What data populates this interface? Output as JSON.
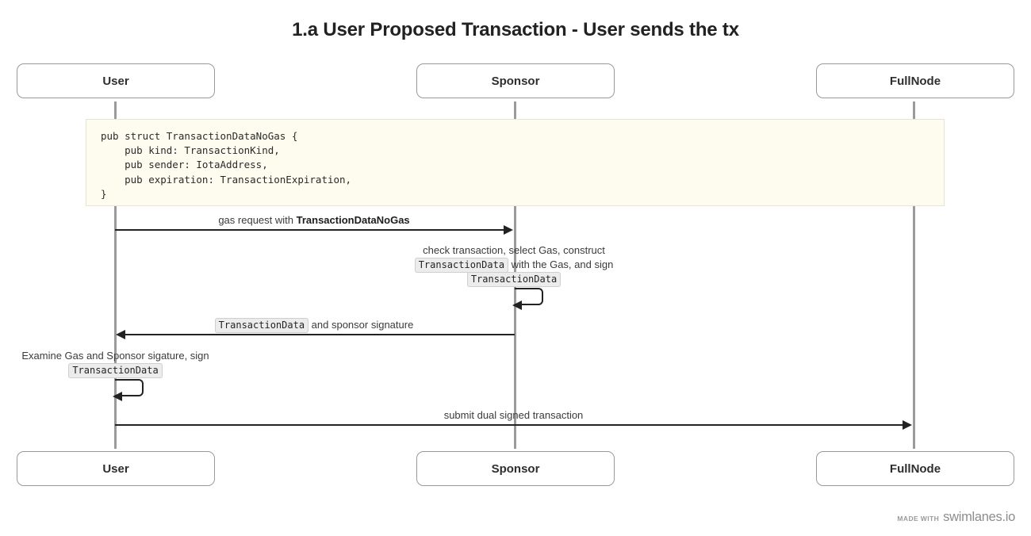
{
  "diagram": {
    "type": "sequence-diagram",
    "title": "1.a User Proposed Transaction - User sends the tx",
    "participants": [
      {
        "id": "user",
        "label": "User"
      },
      {
        "id": "sponsor",
        "label": "Sponsor"
      },
      {
        "id": "fullnode",
        "label": "FullNode"
      }
    ],
    "note": {
      "kind": "code",
      "language": "rust",
      "text": "pub struct TransactionDataNoGas {\n    pub kind: TransactionKind,\n    pub sender: IotaAddress,\n    pub expiration: TransactionExpiration,\n}"
    },
    "messages": [
      {
        "id": "m1",
        "from": "user",
        "to": "sponsor",
        "direction": "right",
        "label_plain": "gas request with TransactionDataNoGas",
        "label_prefix": "gas request with ",
        "label_strong": "TransactionDataNoGas"
      },
      {
        "id": "m2",
        "from": "sponsor",
        "to": "sponsor",
        "direction": "self",
        "label_plain": "check transaction, select Gas, construct TransactionData with the Gas, and sign TransactionData",
        "line1": "check transaction, select Gas, construct",
        "line2_code_a": "TransactionData",
        "line2_mid": " with the Gas, and sign",
        "line3_code_b": "TransactionData"
      },
      {
        "id": "m3",
        "from": "sponsor",
        "to": "user",
        "direction": "left",
        "label_plain": "TransactionData and sponsor signature",
        "label_code": "TransactionData",
        "label_suffix": " and sponsor signature"
      },
      {
        "id": "m4",
        "from": "user",
        "to": "user",
        "direction": "self",
        "label_plain": "Examine Gas and Sponsor sigature, sign TransactionData",
        "line1": "Examine Gas and Sponsor sigature, sign",
        "line2_code": "TransactionData"
      },
      {
        "id": "m5",
        "from": "user",
        "to": "fullnode",
        "direction": "right",
        "label_plain": "submit dual signed transaction"
      }
    ]
  },
  "footer": {
    "made_with": "MADE WITH",
    "brand": "swimlanes.io"
  },
  "colors": {
    "background": "#ffffff",
    "text": "#333333",
    "title": "#222222",
    "lifeline": "#9b9b9b",
    "participant_border": "#999999",
    "arrow": "#222222",
    "note_background": "#fdfcee",
    "note_border": "#e6e4d2",
    "chip_background": "#ececec",
    "footer": "#9a9a9a"
  }
}
